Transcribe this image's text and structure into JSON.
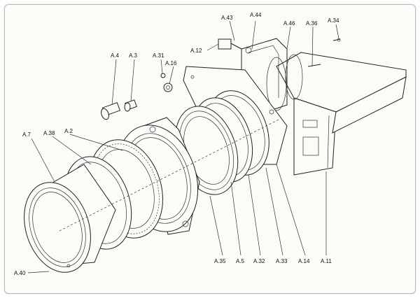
{
  "labels": [
    {
      "id": "A.43",
      "text": "A.43"
    },
    {
      "id": "A.44",
      "text": "A.44"
    },
    {
      "id": "A.46",
      "text": "A.46"
    },
    {
      "id": "A.36a",
      "text": "A.36"
    },
    {
      "id": "A.34",
      "text": "A.34"
    },
    {
      "id": "A.12",
      "text": "A.12"
    },
    {
      "id": "A.4",
      "text": "A.4"
    },
    {
      "id": "A.3",
      "text": "A.3"
    },
    {
      "id": "A.31",
      "text": "A.31"
    },
    {
      "id": "A.16",
      "text": "A.16"
    },
    {
      "id": "A.7",
      "text": "A.7"
    },
    {
      "id": "A.38",
      "text": "A.38"
    },
    {
      "id": "A.2",
      "text": "A.2"
    },
    {
      "id": "A.40",
      "text": "A.40"
    },
    {
      "id": "A.35",
      "text": "A.35"
    },
    {
      "id": "A.5",
      "text": "A.5"
    },
    {
      "id": "A.32",
      "text": "A.32"
    },
    {
      "id": "A.33",
      "text": "A.33"
    },
    {
      "id": "A.14",
      "text": "A.14"
    },
    {
      "id": "A.11",
      "text": "A.11"
    }
  ]
}
